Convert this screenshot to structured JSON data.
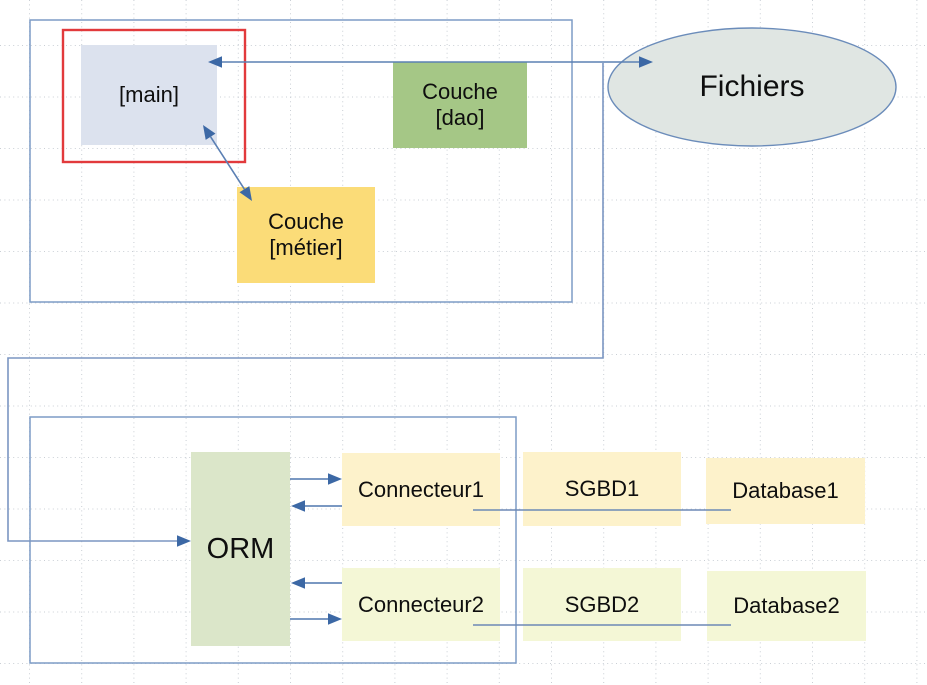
{
  "diagram": {
    "nodes": {
      "main": {
        "label": "[main]"
      },
      "dao": {
        "lines": [
          "Couche",
          "[dao]"
        ]
      },
      "metier": {
        "lines": [
          "Couche",
          "[métier]"
        ]
      },
      "fichiers": {
        "label": "Fichiers"
      },
      "orm": {
        "label": "ORM"
      },
      "connecteur1": {
        "label": "Connecteur1"
      },
      "connecteur2": {
        "label": "Connecteur2"
      },
      "sgbd1": {
        "label": "SGBD1"
      },
      "sgbd2": {
        "label": "SGBD2"
      },
      "database1": {
        "label": "Database1"
      },
      "database2": {
        "label": "Database2"
      }
    },
    "colors": {
      "main_fill": "#dce2ee",
      "dao_fill": "#a5c786",
      "metier_fill": "#fbdc78",
      "ellipse_fill": "#e0e6e3",
      "ellipse_stroke": "#6b8cba",
      "orm_fill": "#dbe6c9",
      "row1_fill": "#fdf2cb",
      "row2_fill": "#f4f7d6",
      "container_stroke": "#7d9cc6",
      "highlight_stroke": "#e23a3c",
      "arrow_line": "#4e76ae",
      "arrow_head": "#3c68a5",
      "connector_line": "#7b96c2",
      "grid_dot": "#9fa8b4"
    }
  }
}
